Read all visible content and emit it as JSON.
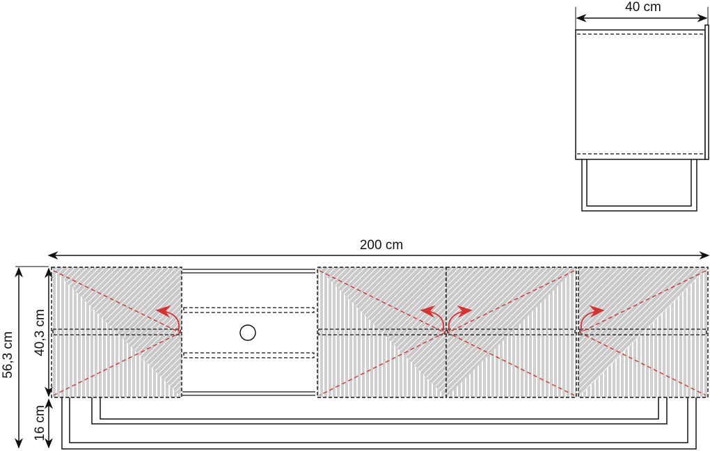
{
  "dimensions": {
    "depth": "40 cm",
    "width": "200 cm",
    "total_height": "56,3 cm",
    "body_height": "40,3 cm",
    "leg_height": "16 cm"
  },
  "colors": {
    "line": "#111111",
    "door_hatch": "#c8c8c8",
    "opening_arrow": "#d93030"
  }
}
